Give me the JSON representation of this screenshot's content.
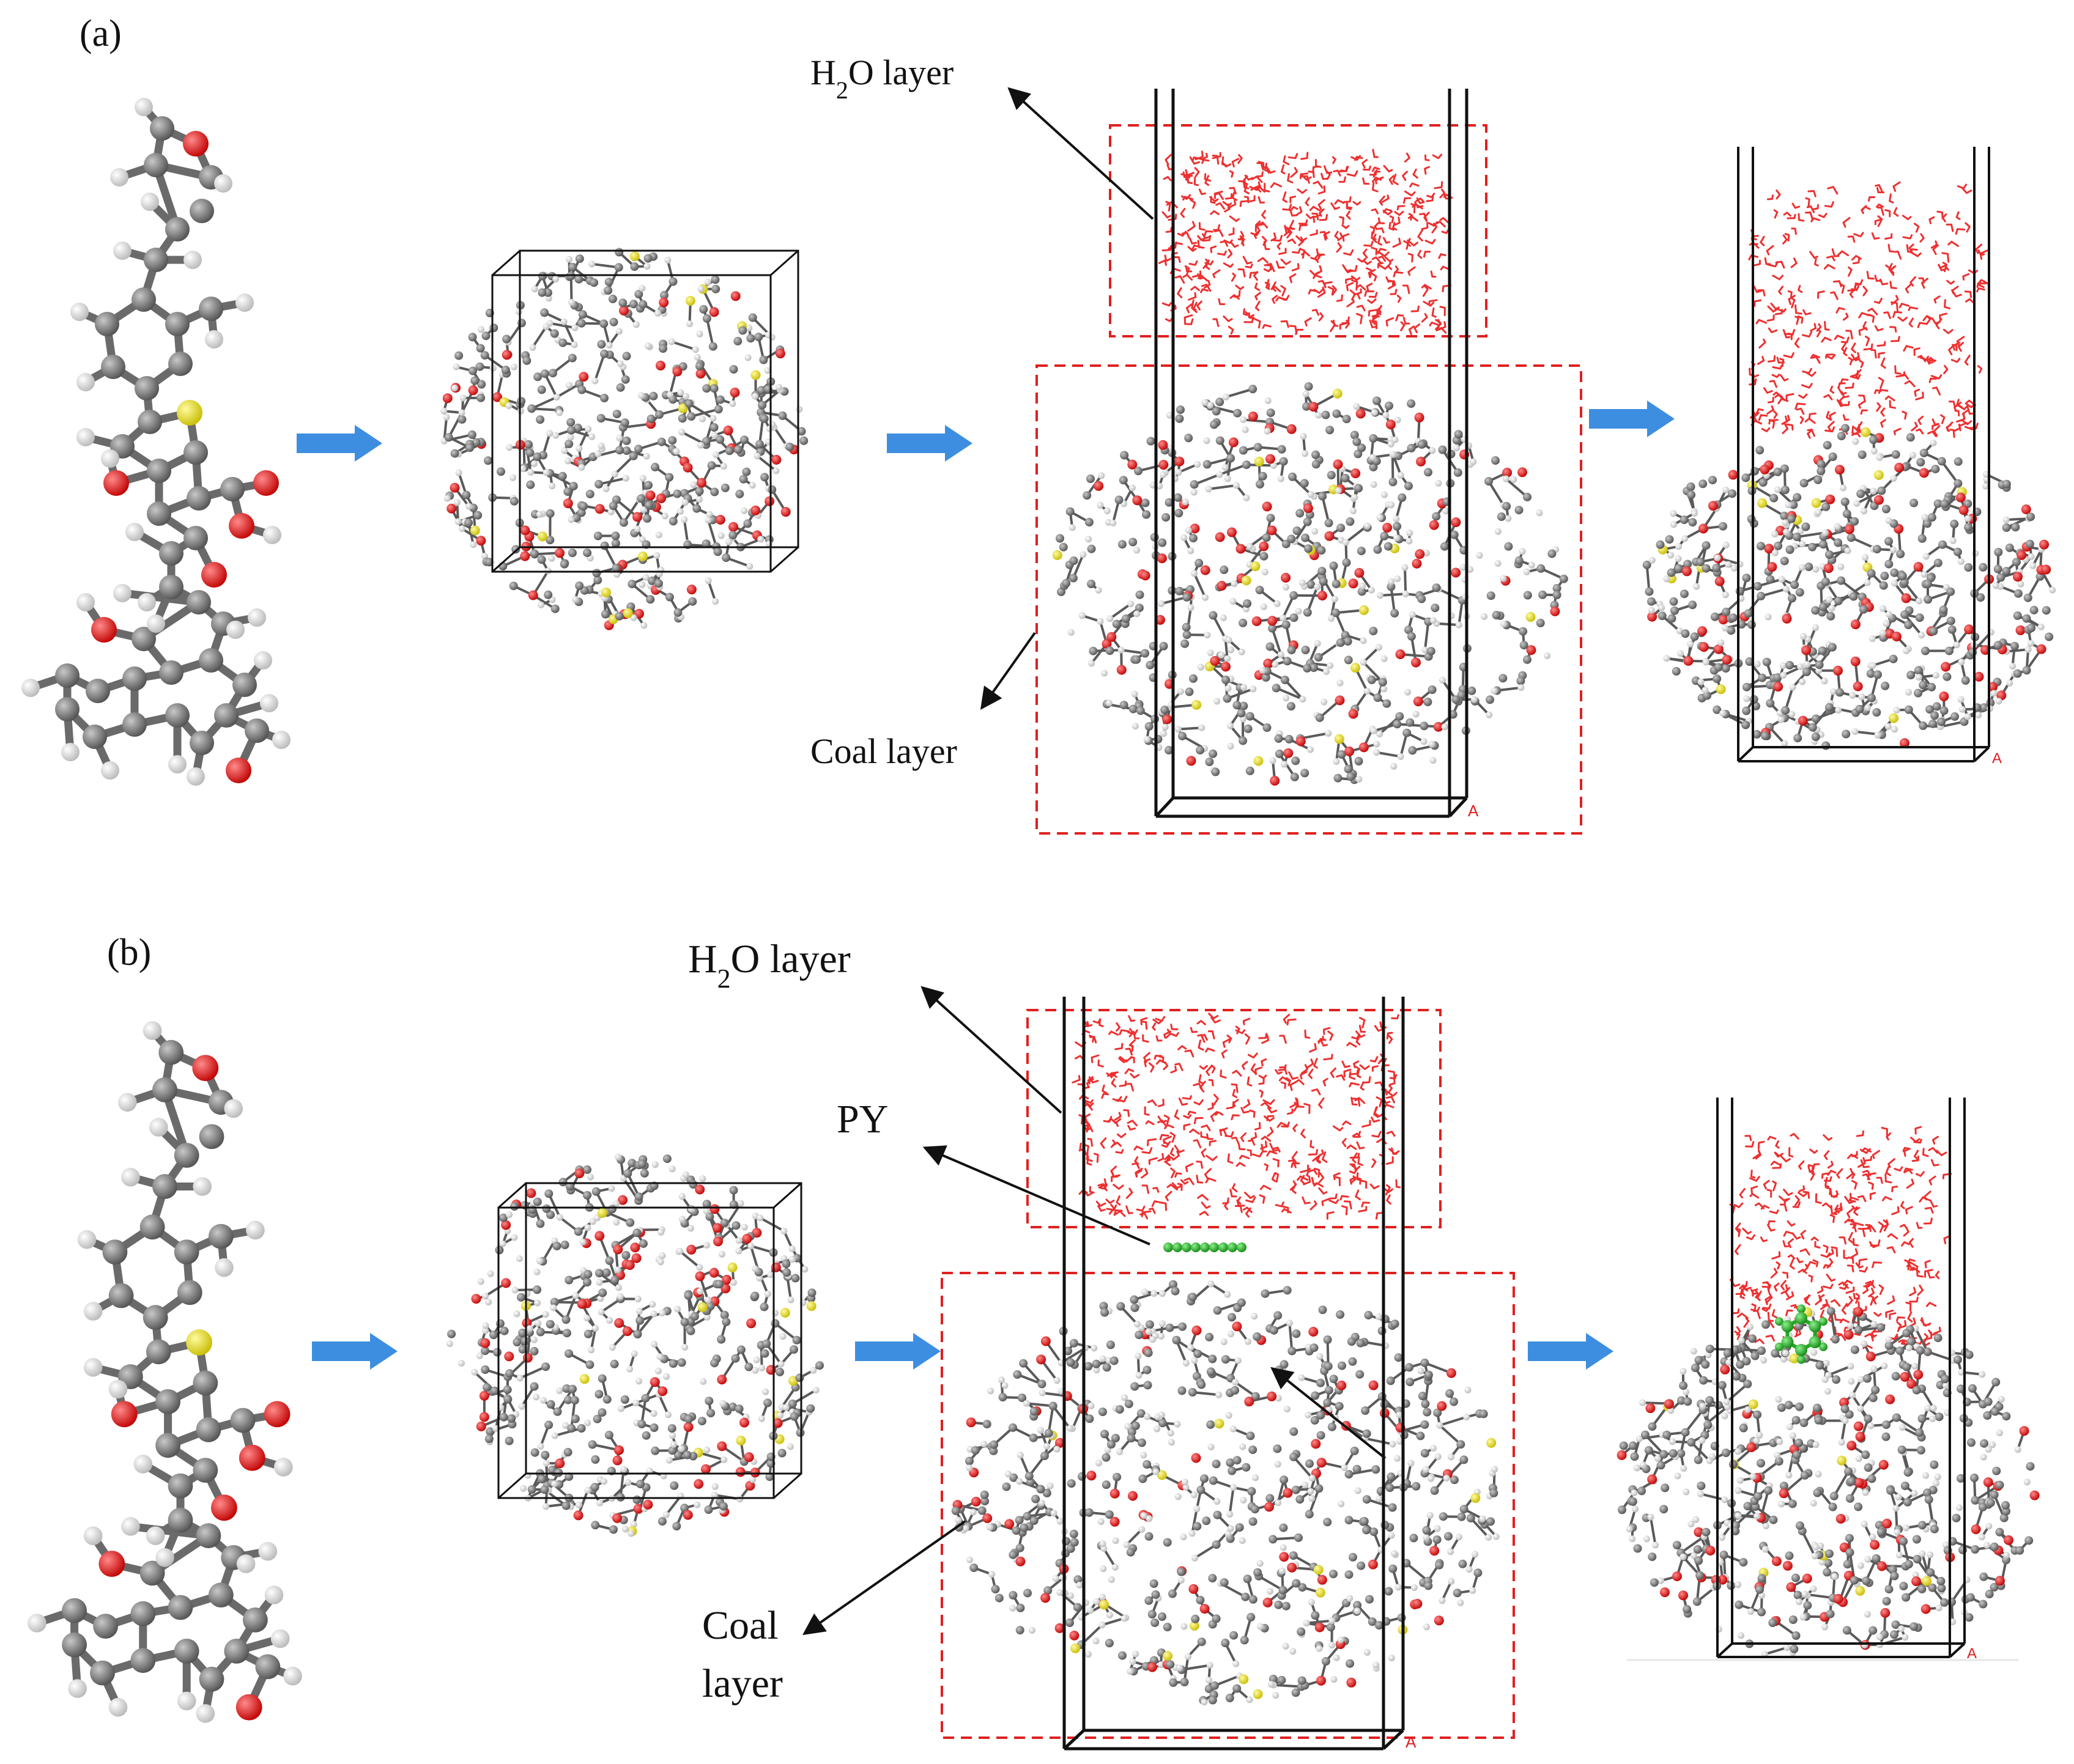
{
  "panels": [
    {
      "label": "(a)",
      "h2o_prefix": "H",
      "h2o_sub": "2",
      "h2o_suffix": "O layer",
      "coal_text": "Coal layer",
      "py_text": "",
      "axis_mark": "A"
    },
    {
      "label": "(b)",
      "h2o_prefix": "H",
      "h2o_sub": "2",
      "h2o_suffix": "O layer",
      "coal_line1": "Coal",
      "coal_line2": "layer",
      "py_text": "PY",
      "axis_mark": "A"
    }
  ],
  "colors": {
    "carbon": "#6e6e6e",
    "hydrogen": "#ececec",
    "oxygen": "#e01a1a",
    "sulfur": "#e8e02a",
    "water": "#ee3030",
    "pyridine": "#22aa22",
    "arrow": "#3d8ee0",
    "dashed_box": "#e02020",
    "cell": "#111111"
  },
  "icons": [
    "molecule-model",
    "process-arrow",
    "simulation-cell",
    "pointer-arrow"
  ]
}
